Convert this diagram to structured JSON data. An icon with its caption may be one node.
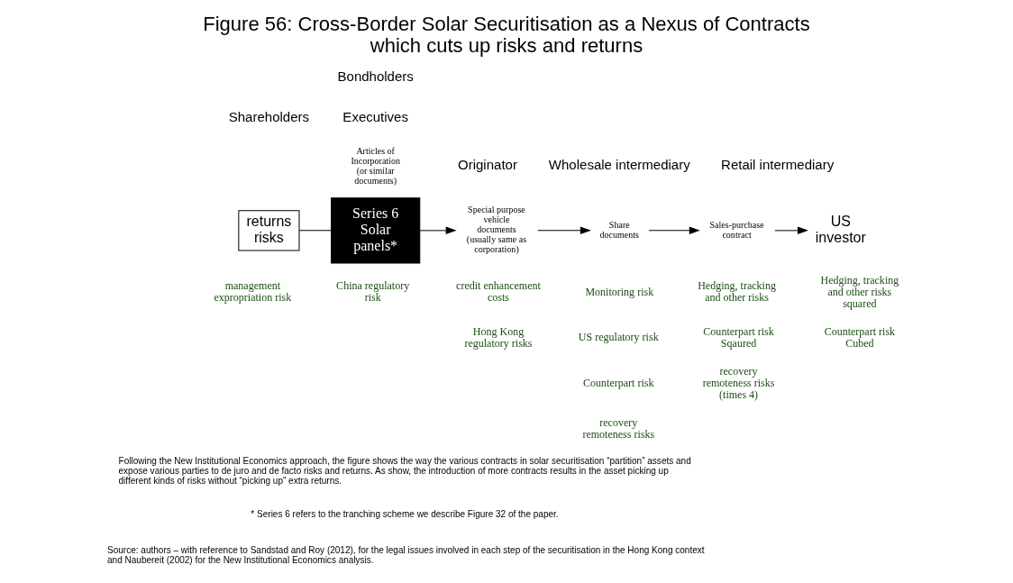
{
  "diagram": {
    "title": "Figure 56: Cross-Border Solar Securitisation as a Nexus of Contracts which cuts up risks and returns",
    "caption": "Following the New Institutional Economics approach, the figure shows the way the various contracts in solar securitisation “partition” assets and expose various parties to de juro and de facto risks and returns. As show, the introduction of more contracts results in the asset picking up different kinds of risks without “picking up” extra returns.",
    "nodes": [
      {
        "text": [
          "returns risks"
        ]
      },
      {
        "text": [
          "Series 6 Solar panels*"
        ],
        "beside": [
          "Articles of Incorporation (or similar documents)"
        ]
      },
      {
        "text": [
          "Special purpose vehicle documents (usually same as corporation)"
        ]
      },
      {
        "text": [
          "Share documents"
        ]
      },
      {
        "text": [
          "Sales-purchase contract"
        ]
      },
      {
        "text": [
          "US investor"
        ]
      }
    ],
    "edges": [
      {
        "from": 0,
        "to": 1,
        "arrow": "none"
      },
      {
        "from": 1,
        "to": 2,
        "arrow": "to"
      },
      {
        "from": 2,
        "to": 3,
        "arrow": "to"
      },
      {
        "from": 3,
        "to": 4,
        "arrow": "to"
      },
      {
        "from": 4,
        "to": 5,
        "arrow": "to"
      }
    ],
    "labels": [
      "Bondholders",
      "Shareholders",
      "Executives",
      "Originator",
      "Wholesale intermediary",
      "Retail intermediary",
      "management expropriation risk",
      "China regulatory risk",
      "credit enhancement costs",
      "Hong Kong regulatory risks",
      "Monitoring risk",
      "US regulatory risk",
      "Counterpart risk",
      "recovery remoteness risks",
      "Hedging, tracking and other risks",
      "Counterpart risk Sqaured",
      "recovery remoteness risks (times 4)",
      "Hedging, tracking and other risks squared",
      "Counterpart risk Cubed",
      "* Series 6 refers to the tranching scheme we describe Figure 32 of the paper.",
      "Source: authors – with reference to Sandstad and Roy (2012), for the legal issues involved in each step of the securitisation in the Hong Kong context and Naubereit (2002) for the New Institutional Economics analysis."
    ]
  }
}
